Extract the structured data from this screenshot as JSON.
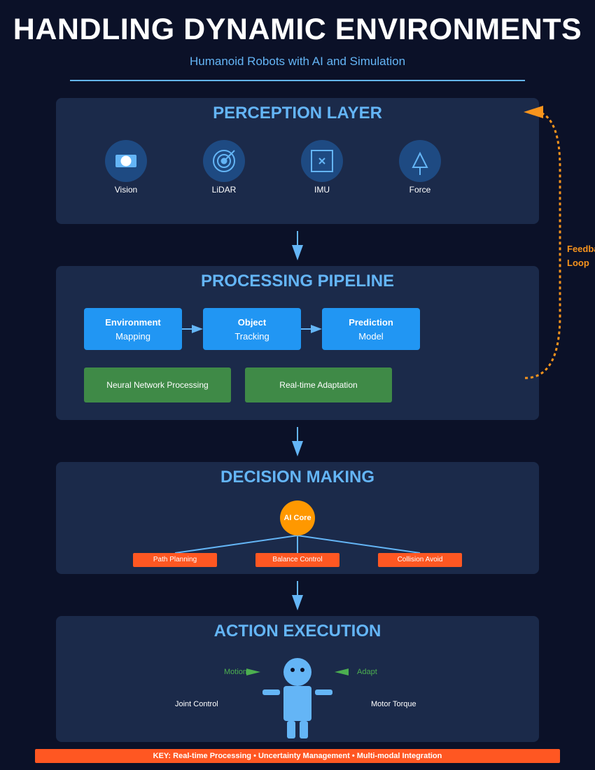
{
  "header": {
    "title": "HANDLING DYNAMIC ENVIRONMENTS",
    "subtitle": "Humanoid Robots with AI and Simulation"
  },
  "perception": {
    "title": "PERCEPTION LAYER",
    "sensors": [
      {
        "label": "Vision",
        "icon": "camera-icon"
      },
      {
        "label": "LiDAR",
        "icon": "radar-target-icon"
      },
      {
        "label": "IMU",
        "icon": "imu-cross-icon"
      },
      {
        "label": "Force",
        "icon": "force-triangle-icon"
      }
    ]
  },
  "processing": {
    "title": "PROCESSING PIPELINE",
    "stages": [
      {
        "line1": "Environment",
        "line2": "Mapping"
      },
      {
        "line1": "Object",
        "line2": "Tracking"
      },
      {
        "line1": "Prediction",
        "line2": "Model"
      }
    ],
    "modules": [
      "Neural Network Processing",
      "Real-time Adaptation"
    ]
  },
  "decision": {
    "title": "DECISION MAKING",
    "core": "AI Core",
    "branches": [
      "Path Planning",
      "Balance Control",
      "Collision Avoid"
    ]
  },
  "action": {
    "title": "ACTION EXECUTION",
    "motion_label": "Motion",
    "adapt_label": "Adapt",
    "joint_label": "Joint Control",
    "torque_label": "Motor Torque"
  },
  "feedback": {
    "line1": "Feedback",
    "line2": "Loop"
  },
  "key": "KEY: Real-time Processing • Uncertainty Management • Multi-modal Integration",
  "colors": {
    "background": "#0b1128",
    "panel": "#1b2a4a",
    "accent_blue": "#64b5f6",
    "box_blue": "#2196f3",
    "box_green": "#3f8a47",
    "orange": "#ff9800",
    "red_orange": "#ff5722",
    "feedback": "#f7941d"
  }
}
